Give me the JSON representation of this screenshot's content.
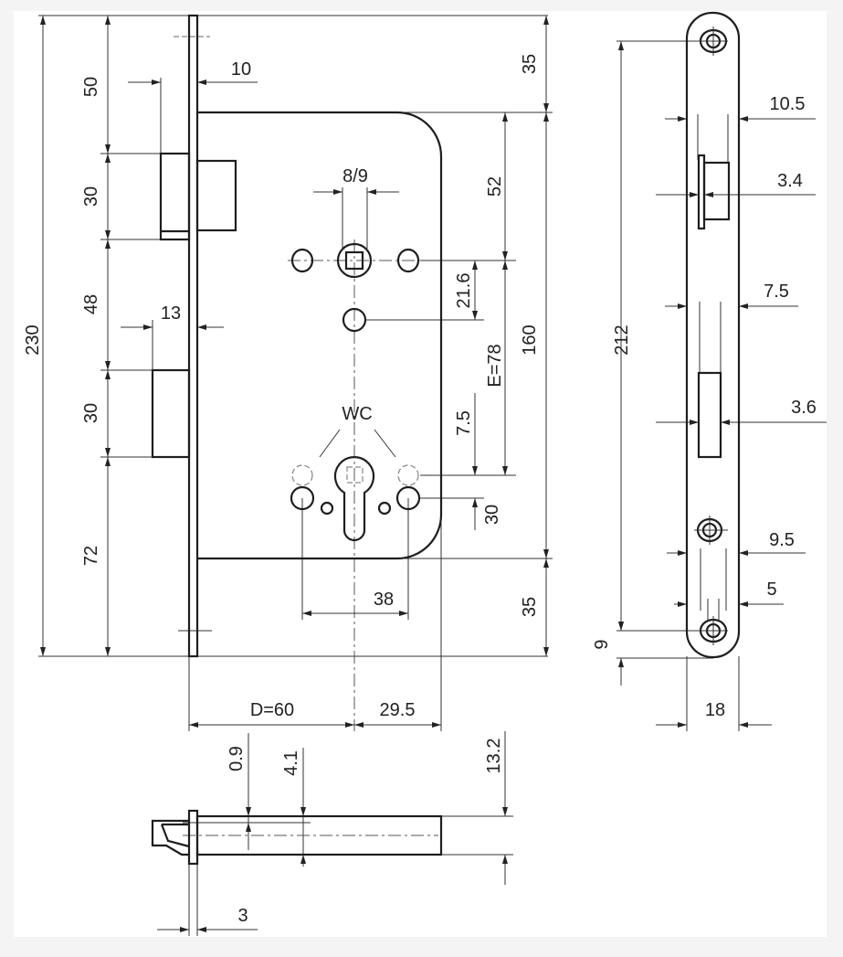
{
  "drawing": {
    "front_view": {
      "overall_height": "230",
      "left_dims": [
        "50",
        "30",
        "48",
        "30",
        "72"
      ],
      "latch_projection": "10",
      "bolt_projection": "13",
      "right_dims": [
        "35",
        "160",
        "35"
      ],
      "spindle_offset": "52",
      "distance_e": "E=78",
      "spindle_hole_spacing": "21.6",
      "cylinder_offset": "7.5",
      "cylinder_lower": "30",
      "spindle_square": "8/9",
      "wc_label": "WC",
      "fixing_spacing": "38",
      "backset": "D=60",
      "case_rest": "29.5"
    },
    "bottom_view": {
      "dim_a": "0.9",
      "dim_b": "4.1",
      "case_thickness": "13.2",
      "faceplate_thickness": "3"
    },
    "side_view": {
      "screw_spacing": "212",
      "latch_width": "10.5",
      "latch_offset": "3.4",
      "bolt_width": "7.5",
      "bolt_offset": "3.6",
      "slot_width": "9.5",
      "slot_inner": "5",
      "end_offset": "9",
      "faceplate_width": "18"
    }
  }
}
